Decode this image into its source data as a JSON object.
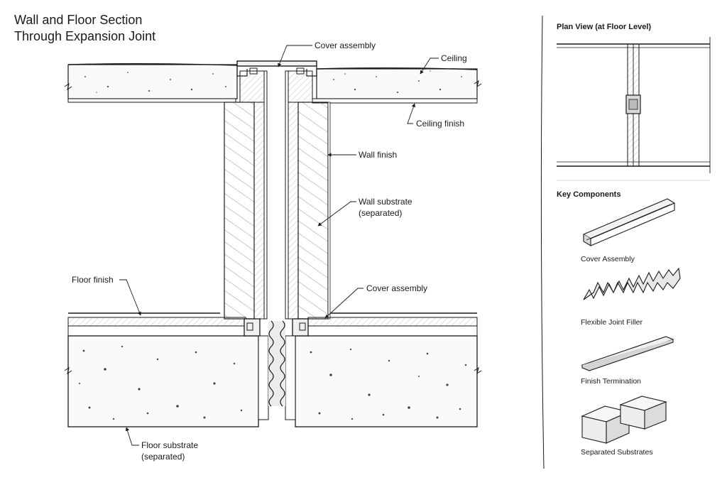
{
  "title": {
    "line1": "Wall and Floor Section",
    "line2": "Through Expansion Joint"
  },
  "section": {
    "labels": {
      "cover_top": "Cover assembly",
      "ceiling": "Ceiling",
      "ceiling_finish": "Ceiling finish",
      "wall_finish": "Wall finish",
      "wall_substrate_1": "Wall substrate",
      "wall_substrate_2": "(separated)",
      "floor_finish": "Floor finish",
      "cover_bottom": "Cover assembly",
      "floor_substrate_1": "Floor substrate",
      "floor_substrate_2": "(separated)"
    }
  },
  "plan": {
    "title": "Plan View (at Floor Level)"
  },
  "key": {
    "title": "Key Components",
    "items": [
      {
        "label": "Cover Assembly",
        "icon": "cover-assembly-icon"
      },
      {
        "label": "Flexible Joint Filler",
        "icon": "joint-filler-icon"
      },
      {
        "label": "Finish Termination",
        "icon": "finish-termination-icon"
      },
      {
        "label": "Separated Substrates",
        "icon": "substrates-icon"
      }
    ]
  },
  "colors": {
    "line": "#1a1a1a",
    "hatch": "#888888",
    "concrete": "#fafafa",
    "wall_fill": "#eeeeee",
    "joint_fill": "#e6e6e6"
  }
}
